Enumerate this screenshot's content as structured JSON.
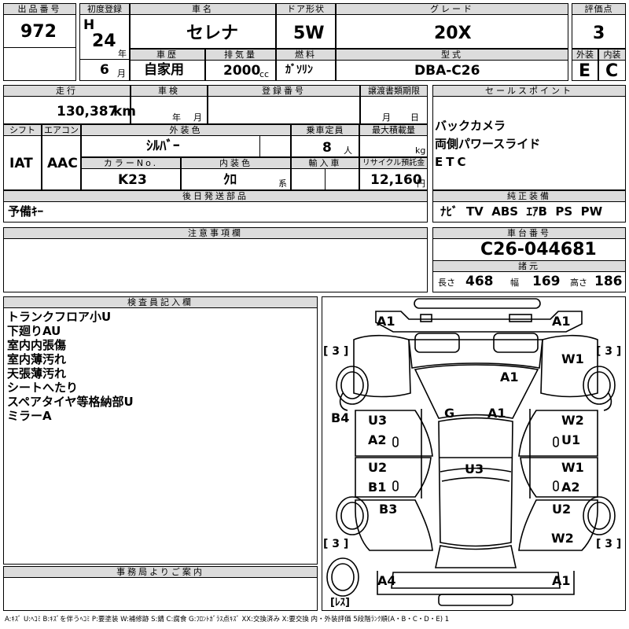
{
  "header": {
    "lot_no": {
      "label": "出品番号",
      "value": "972"
    },
    "first_reg": {
      "label": "初度登録",
      "era": "H",
      "year": "24",
      "year_unit": "年",
      "month": "6",
      "month_unit": "月"
    },
    "car_name": {
      "label": "車名",
      "value": "セレナ"
    },
    "door": {
      "label": "ドア形状",
      "value": "5W"
    },
    "grade": {
      "label": "グレード",
      "value": "20X"
    },
    "score": {
      "label": "評価点",
      "value": "3"
    },
    "history": {
      "label": "車歴",
      "value": "自家用"
    },
    "displacement": {
      "label": "排気量",
      "value": "2000",
      "unit": "cc"
    },
    "fuel": {
      "label": "燃料",
      "value": "ｶﾞｿﾘﾝ"
    },
    "model": {
      "label": "型式",
      "value": "DBA-C26"
    },
    "exterior": {
      "label": "外装",
      "value": "E"
    },
    "interior": {
      "label": "内装",
      "value": "C"
    }
  },
  "row2": {
    "mileage": {
      "label": "走行",
      "value": "130,387",
      "unit": "km"
    },
    "inspection": {
      "label": "車検",
      "year_unit": "年",
      "month_unit": "月"
    },
    "reg_no": {
      "label": "登録番号",
      "value": ""
    },
    "transfer": {
      "label": "譲渡書類期限",
      "month_unit": "月",
      "day_unit": "日"
    },
    "shift": {
      "label": "シフト",
      "value": "IAT"
    },
    "aircon": {
      "label": "エアコン",
      "value": "AAC"
    },
    "ext_color": {
      "label": "外装色",
      "value": "ｼﾙﾊﾞｰ"
    },
    "seats": {
      "label": "乗車定員",
      "value": "8",
      "unit": "人"
    },
    "max_load": {
      "label": "最大積載量",
      "unit": "kg"
    },
    "color_no": {
      "label": "カラーNo.",
      "value": "K23"
    },
    "int_color": {
      "label": "内装色",
      "value": "ｸﾛ",
      "unit": "系"
    },
    "import": {
      "label": "輸入車"
    },
    "recycle": {
      "label": "リサイクル預託金",
      "value": "12,160",
      "unit": "円"
    }
  },
  "sales_points": {
    "label": "セールスポイント",
    "items": [
      "バックカメラ",
      "両側パワースライド",
      "ETC"
    ]
  },
  "later_parts": {
    "label": "後日発送部品",
    "value": "予備ｷｰ"
  },
  "equipment": {
    "label": "純正装備",
    "value": "ﾅﾋﾞ  TV  ABS  ｴｱB  PS  PW"
  },
  "notes": {
    "label": "注意事項欄"
  },
  "chassis": {
    "label": "車台番号",
    "value": "C26-044681"
  },
  "specs": {
    "label": "諸元",
    "length_label": "長さ",
    "length": "468",
    "width_label": "幅",
    "width": "169",
    "height_label": "高さ",
    "height": "186"
  },
  "inspector": {
    "label": "検査員記入欄",
    "lines": [
      "トランクフロア小U",
      "下廻りAU",
      "室内内張傷",
      "室内薄汚れ",
      "天張薄汚れ",
      "シートへたり",
      "スペアタイヤ等格納部U",
      "ミラーA"
    ]
  },
  "office": {
    "label": "事務局よりご案内"
  },
  "diagram": {
    "front_left": "A1",
    "front_right": "A1",
    "tire_fl": "[ 3 ]",
    "tire_fr": "[ 3 ]",
    "w1_top": "W1",
    "hood": "A1",
    "windshield": "G",
    "windshield_a1": "A1",
    "left_side": "B4",
    "left_u3": "U3",
    "left_a2": "A2",
    "right_w2": "W2",
    "right_u1": "U1",
    "right_w1": "W1",
    "right_a2": "A2",
    "left_u2": "U2",
    "left_b1": "B1",
    "roof": "U3",
    "left_b3": "B3",
    "right_u2": "U2",
    "right_w2b": "W2",
    "tire_rl": "[ 3 ]",
    "tire_rr": "[ 3 ]",
    "rear_left": "A4",
    "rear_right": "A1",
    "spare": "[ﾚｽ]"
  },
  "legend": "A:ｷｽﾞ U:ﾍｺﾐ B:ｷｽﾞを伴うﾍｺﾐ P:要塗装 W:補修跡 S:錆 C:腐食 G:ﾌﾛﾝﾄｶﾞﾗｽ点ｷｽﾞ XX:交換済み X:要交換  内・外装評価 5段階ﾗﾝｸ順(A・B・C・D・E) 1"
}
